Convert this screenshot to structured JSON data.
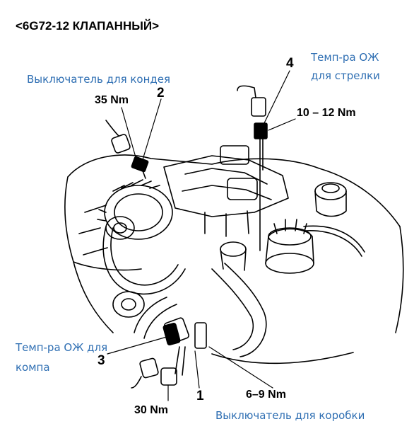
{
  "title": "<6G72-12 КЛАПАННЫЙ>",
  "annotations": {
    "ac_switch": "Выключатель для кондея",
    "coolant_gauge_line1": "Темп-ра ОЖ",
    "coolant_gauge_line2": "для стрелки",
    "coolant_ecu_line1": "Темп-ра ОЖ для",
    "coolant_ecu_line2": "компа",
    "gearbox_switch": "Выключатель для коробки"
  },
  "callouts": {
    "n1": "1",
    "n2": "2",
    "n3": "3",
    "n4": "4"
  },
  "torques": {
    "t35": "35 Nm",
    "t10_12": "10 – 12 Nm",
    "t6_9": "6–9 Nm",
    "t30": "30 Nm"
  },
  "colors": {
    "annotation": "#2f6fb3",
    "line_art": "#000000"
  }
}
